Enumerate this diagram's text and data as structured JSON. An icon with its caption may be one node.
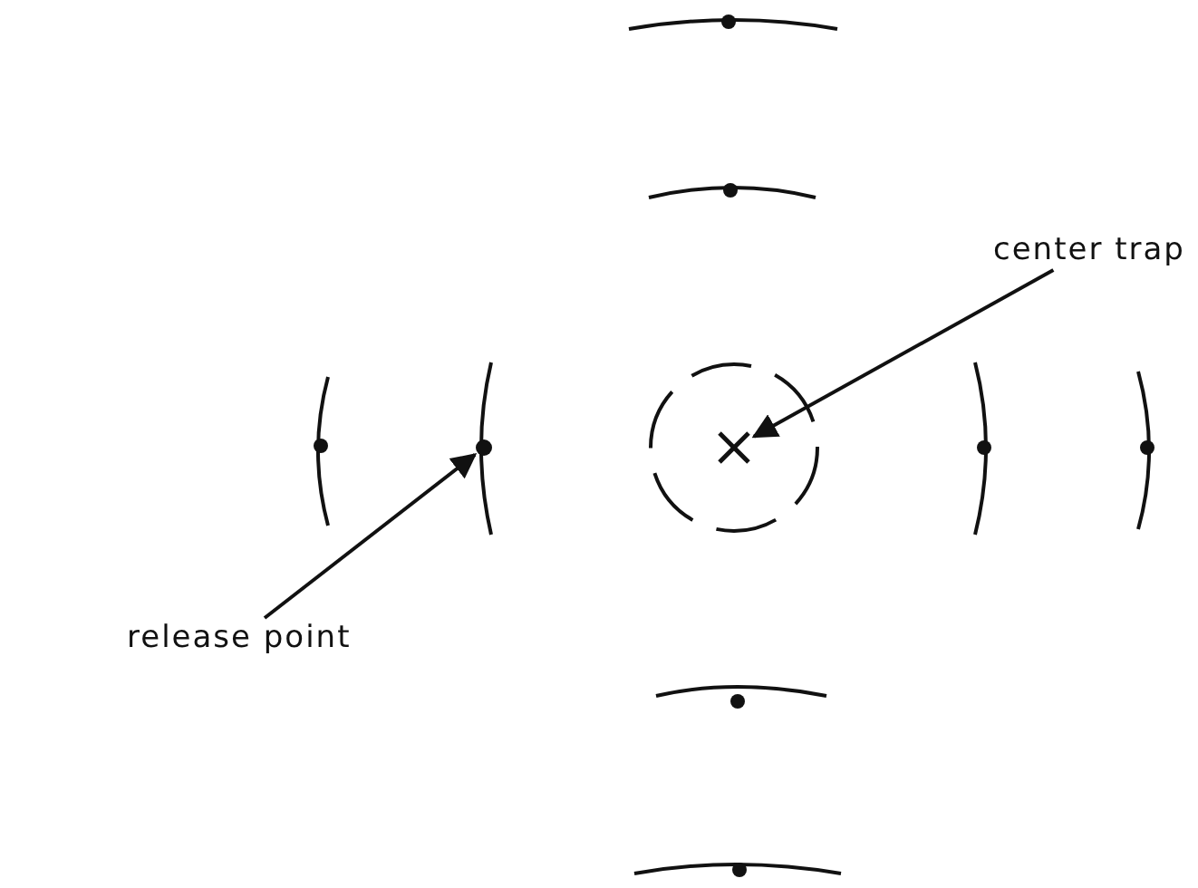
{
  "diagram": {
    "nodes": [
      {
        "text": [
          "center trap"
        ]
      },
      {
        "text": [],
        "shape": "cross"
      },
      {
        "text": [
          "release point"
        ]
      },
      {
        "text": [],
        "shape": "circle"
      }
    ],
    "edges": [
      {
        "from": 0,
        "to": 1,
        "arrow": "to"
      },
      {
        "from": 2,
        "to": 3,
        "arrow": "to"
      }
    ]
  }
}
